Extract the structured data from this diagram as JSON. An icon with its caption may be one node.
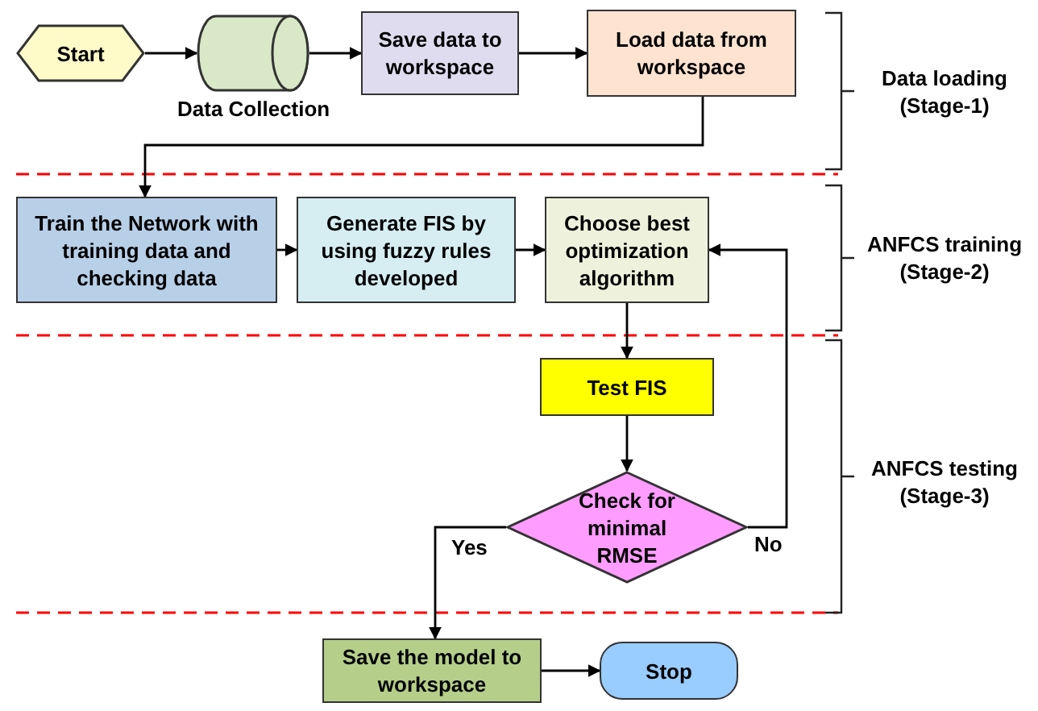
{
  "diagram": {
    "nodes": [
      {
        "text": [
          "Start"
        ]
      },
      {
        "text": [],
        "shape": "cylinder",
        "beside": [
          "Data Collection"
        ]
      },
      {
        "text": [
          "Save data to workspace"
        ]
      },
      {
        "text": [
          "Load data from workspace"
        ]
      },
      {
        "text": [
          "Train the Network with training data and checking data"
        ]
      },
      {
        "text": [
          "Generate FIS by using fuzzy rules developed"
        ]
      },
      {
        "text": [
          "Choose best optimization algorithm"
        ]
      },
      {
        "text": [
          "Test FIS"
        ]
      },
      {
        "text": [
          "Check for minimal RMSE"
        ]
      },
      {
        "text": [
          "Save the model to workspace"
        ]
      },
      {
        "text": [
          "Stop"
        ]
      }
    ],
    "edges": [
      {
        "from": 0,
        "to": 1,
        "arrow": "to"
      },
      {
        "from": 1,
        "to": 2,
        "arrow": "to"
      },
      {
        "from": 2,
        "to": 3,
        "arrow": "to"
      },
      {
        "from": 3,
        "to": 4,
        "arrow": "to"
      },
      {
        "from": 4,
        "to": 5,
        "arrow": "to"
      },
      {
        "from": 5,
        "to": 6,
        "arrow": "to"
      },
      {
        "from": 6,
        "to": 7,
        "arrow": "to"
      },
      {
        "from": 7,
        "to": 8,
        "arrow": "to"
      },
      {
        "from": 8,
        "to": 6,
        "arrow": "to",
        "label": "No"
      },
      {
        "from": 8,
        "to": 9,
        "arrow": "to",
        "label": "Yes"
      },
      {
        "from": 9,
        "to": 10,
        "arrow": "to"
      }
    ],
    "labels": [
      "Data loading (Stage-1)",
      "ANFCS training (Stage-2)",
      "ANFCS testing (Stage-3)"
    ]
  }
}
